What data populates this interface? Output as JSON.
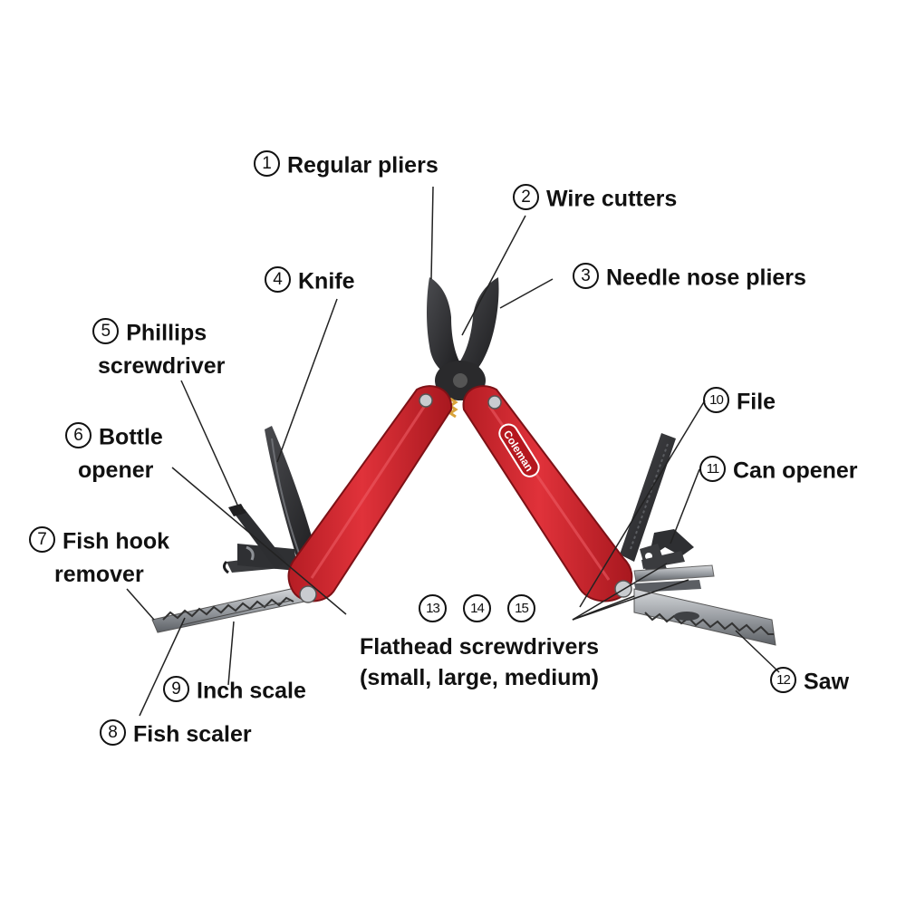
{
  "colors": {
    "handle_red": "#d8262e",
    "handle_dark": "#9e1a20",
    "steel_dark": "#2b2b2d",
    "steel_light": "#b9bcc0",
    "leader_line": "#222222",
    "text": "#111111"
  },
  "brand_mark": "Coleman",
  "labels": [
    {
      "id": "1",
      "text": "Regular pliers"
    },
    {
      "id": "2",
      "text": "Wire cutters"
    },
    {
      "id": "3",
      "text": "Needle nose pliers"
    },
    {
      "id": "4",
      "text": "Knife"
    },
    {
      "id": "5",
      "line1": "Phillips",
      "line2": "screwdriver"
    },
    {
      "id": "6",
      "line1": "Bottle",
      "line2": "opener"
    },
    {
      "id": "7",
      "line1": "Fish hook",
      "line2": "remover"
    },
    {
      "id": "8",
      "text": "Fish scaler"
    },
    {
      "id": "9",
      "text": "Inch scale"
    },
    {
      "id": "10",
      "text": "File"
    },
    {
      "id": "11",
      "text": "Can opener"
    },
    {
      "id": "12",
      "text": "Saw"
    }
  ],
  "screwdrivers": {
    "badges": [
      "13",
      "14",
      "15"
    ],
    "line1": "Flathead screwdrivers",
    "line2": "(small, large, medium)"
  }
}
